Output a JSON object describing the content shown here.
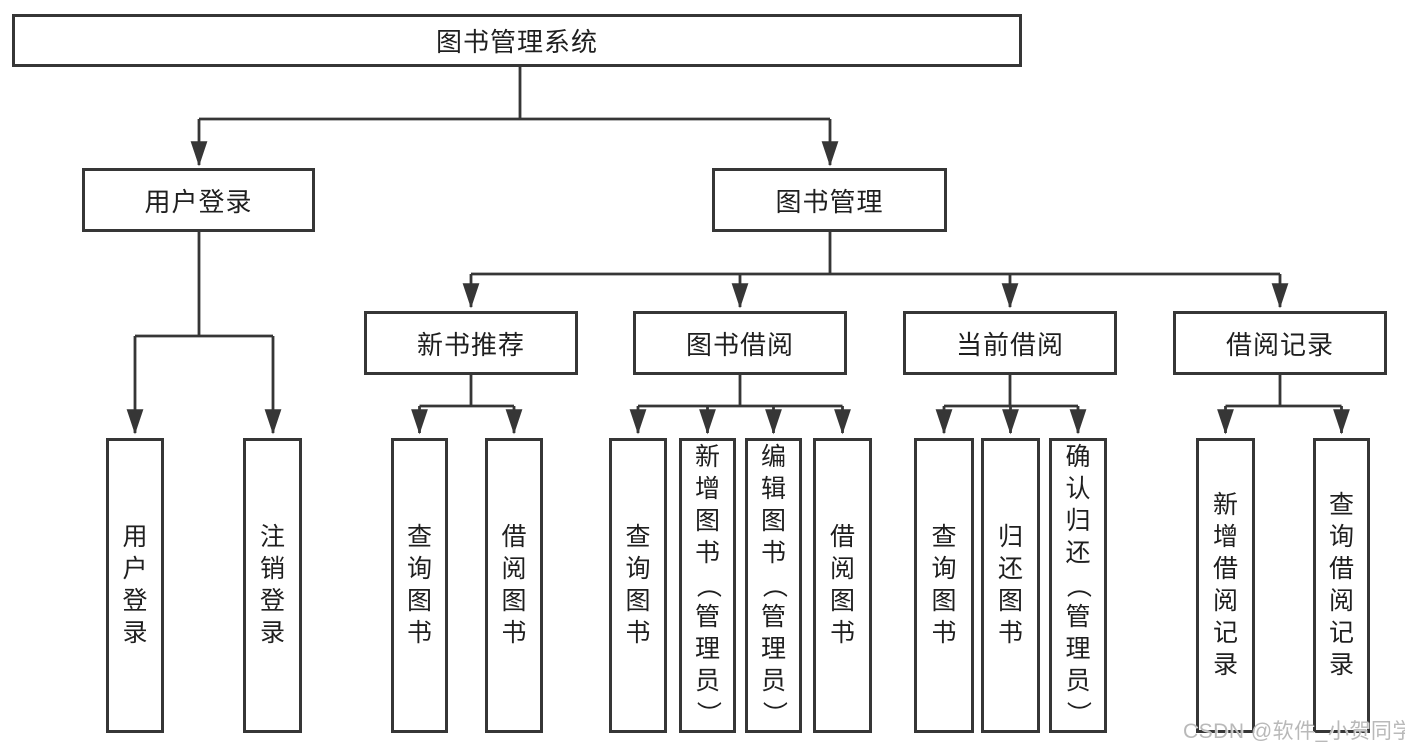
{
  "tree": {
    "label": "图书管理系统",
    "children": [
      {
        "label": "用户登录",
        "children": [
          {
            "label": "用户登录"
          },
          {
            "label": "注销登录"
          }
        ]
      },
      {
        "label": "图书管理",
        "children": [
          {
            "label": "新书推荐",
            "children": [
              {
                "label": "查询图书"
              },
              {
                "label": "借阅图书"
              }
            ]
          },
          {
            "label": "图书借阅",
            "children": [
              {
                "label": "查询图书"
              },
              {
                "label": "新增图书（管理员）"
              },
              {
                "label": "编辑图书（管理员）"
              },
              {
                "label": "借阅图书"
              }
            ]
          },
          {
            "label": "当前借阅",
            "children": [
              {
                "label": "查询图书"
              },
              {
                "label": "归还图书"
              },
              {
                "label": "确认归还（管理员）"
              }
            ]
          },
          {
            "label": "借阅记录",
            "children": [
              {
                "label": "新增借阅记录"
              },
              {
                "label": "查询借阅记录"
              }
            ]
          }
        ]
      }
    ]
  },
  "watermark": {
    "text": "CSDN @软件_小贺同学"
  },
  "colors": {
    "line": "#363636",
    "text": "#1f1f1f",
    "watermark": "#b9b9b9"
  }
}
